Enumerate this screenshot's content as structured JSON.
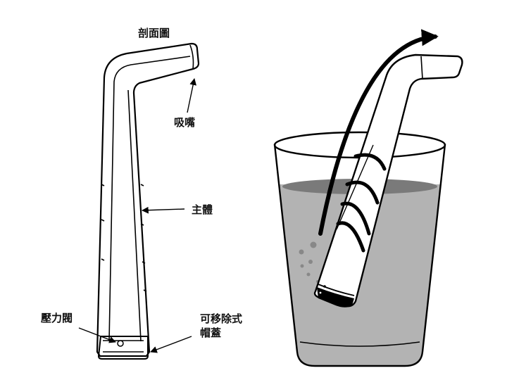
{
  "labels": {
    "section_view": "剖面圖",
    "mouthpiece": "吸嘴",
    "main_body": "主體",
    "pressure_valve": "壓力閥",
    "removable_cap_line1": "可移除式",
    "removable_cap_line2": "帽蓋"
  },
  "colors": {
    "outline": "#000000",
    "water": "#b3b3b3",
    "water_surface": "#7a7a7a",
    "straw_fill": "#ffffff"
  }
}
